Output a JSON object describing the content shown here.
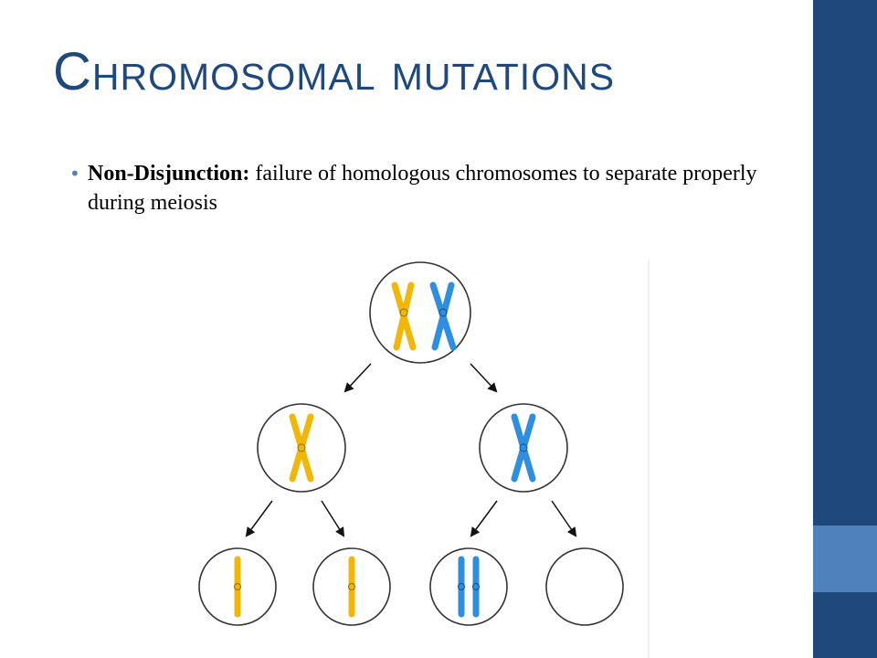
{
  "slide": {
    "title": "Chromosomal Mutations",
    "bullets": [
      {
        "term": "Non-Disjunction:",
        "text": " failure of homologous chromosomes to separate properly during meiosis"
      }
    ]
  },
  "theme": {
    "title_color": "#1f497d",
    "sidebar_color": "#1f497d",
    "sidebar_accent": "#4f81bd",
    "bullet_color": "#4f81bd"
  },
  "diagram": {
    "chromosome_colors": {
      "maternal": "#f2b705",
      "paternal": "#2e8ee0"
    },
    "cells": [
      {
        "id": "parent",
        "contents": [
          "maternal-x",
          "paternal-x"
        ]
      },
      {
        "id": "daughter-left",
        "contents": [
          "maternal-x"
        ]
      },
      {
        "id": "daughter-right",
        "contents": [
          "paternal-x"
        ]
      },
      {
        "id": "gamete-1",
        "contents": [
          "maternal-chromatid"
        ]
      },
      {
        "id": "gamete-2",
        "contents": [
          "maternal-chromatid"
        ]
      },
      {
        "id": "gamete-3",
        "contents": [
          "paternal-chromatid",
          "paternal-chromatid"
        ]
      },
      {
        "id": "gamete-4",
        "contents": []
      }
    ],
    "icons": [
      "arrow-icon"
    ]
  }
}
